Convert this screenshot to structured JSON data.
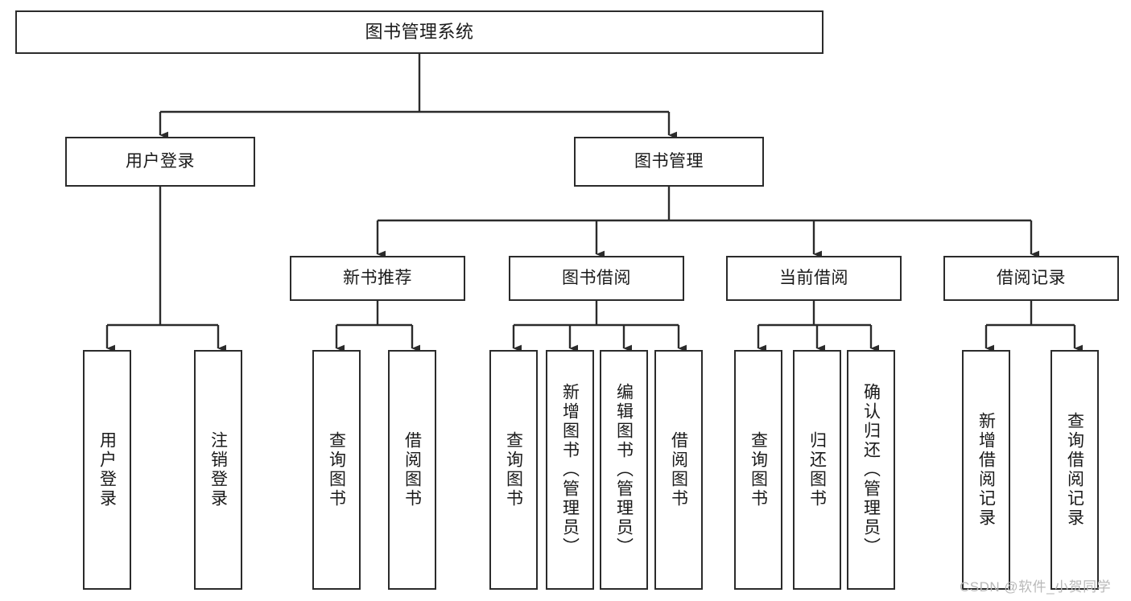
{
  "diagram": {
    "title": "图书管理系统",
    "watermark": "CSDN @软件_小贺同学",
    "colors": {
      "box_border": "#2b2b2b",
      "box_fill": "#ffffff",
      "connector": "#2b2b2b",
      "text": "#1a1a1a",
      "watermark": "#b9b9b9",
      "background": "#ffffff"
    }
  },
  "nodes": {
    "root": {
      "label": "图书管理系统"
    },
    "level2": [
      {
        "id": "user-login",
        "label": "用户登录"
      },
      {
        "id": "book-manage",
        "label": "图书管理"
      }
    ],
    "level3": [
      {
        "id": "new-book-recommend",
        "label": "新书推荐"
      },
      {
        "id": "book-borrow",
        "label": "图书借阅"
      },
      {
        "id": "current-borrow",
        "label": "当前借阅"
      },
      {
        "id": "borrow-record",
        "label": "借阅记录"
      }
    ],
    "leaves": {
      "user-login": [
        {
          "id": "leaf-user-login",
          "label": "用户登录"
        },
        {
          "id": "leaf-logout",
          "label": "注销登录"
        }
      ],
      "new-book-recommend": [
        {
          "id": "leaf-query-book-1",
          "label": "查询图书"
        },
        {
          "id": "leaf-borrow-book-1",
          "label": "借阅图书"
        }
      ],
      "book-borrow": [
        {
          "id": "leaf-query-book-2",
          "label": "查询图书"
        },
        {
          "id": "leaf-add-book",
          "label": "新增图书（管理员）"
        },
        {
          "id": "leaf-edit-book",
          "label": "编辑图书（管理员）"
        },
        {
          "id": "leaf-borrow-book-2",
          "label": "借阅图书"
        }
      ],
      "current-borrow": [
        {
          "id": "leaf-query-book-3",
          "label": "查询图书"
        },
        {
          "id": "leaf-return-book",
          "label": "归还图书"
        },
        {
          "id": "leaf-confirm-return",
          "label": "确认归还（管理员）"
        }
      ],
      "borrow-record": [
        {
          "id": "leaf-add-record",
          "label": "新增借阅记录"
        },
        {
          "id": "leaf-query-record",
          "label": "查询借阅记录"
        }
      ]
    }
  },
  "chart_data": {
    "type": "diagram",
    "subtype": "tree",
    "title": "图书管理系统",
    "orientation": "top-down",
    "levels": 4,
    "tree": {
      "name": "图书管理系统",
      "children": [
        {
          "name": "用户登录",
          "children": [
            {
              "name": "用户登录"
            },
            {
              "name": "注销登录"
            }
          ]
        },
        {
          "name": "图书管理",
          "children": [
            {
              "name": "新书推荐",
              "children": [
                {
                  "name": "查询图书"
                },
                {
                  "name": "借阅图书"
                }
              ]
            },
            {
              "name": "图书借阅",
              "children": [
                {
                  "name": "查询图书"
                },
                {
                  "name": "新增图书（管理员）"
                },
                {
                  "name": "编辑图书（管理员）"
                },
                {
                  "name": "借阅图书"
                }
              ]
            },
            {
              "name": "当前借阅",
              "children": [
                {
                  "name": "查询图书"
                },
                {
                  "name": "归还图书"
                },
                {
                  "name": "确认归还（管理员）"
                }
              ]
            },
            {
              "name": "借阅记录",
              "children": [
                {
                  "name": "新增借阅记录"
                },
                {
                  "name": "查询借阅记录"
                }
              ]
            }
          ]
        }
      ]
    }
  }
}
